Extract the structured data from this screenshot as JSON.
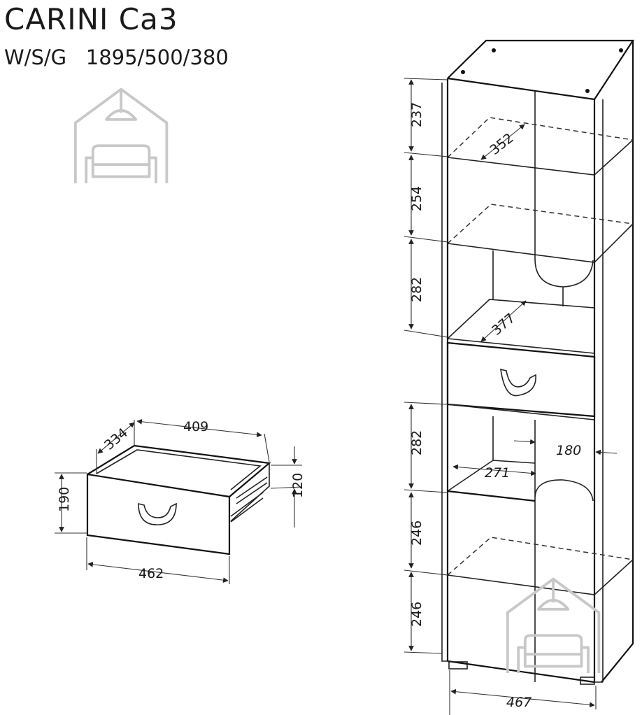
{
  "header": {
    "title": "CARINI Ca3",
    "subtitle": "W/S/G   1895/500/380"
  },
  "cabinet_dims": {
    "h1": "237",
    "h2": "254",
    "h3": "282",
    "h4": "282",
    "h5": "246",
    "h6": "246",
    "shelf_depth_top": "352",
    "shelf_depth_mid": "377",
    "niche_width": "271",
    "niche_depth": "180",
    "overall_width": "467"
  },
  "drawer_dims": {
    "depth": "334",
    "inner_width": "409",
    "inner_height": "120",
    "height": "190",
    "width": "462"
  },
  "logo": {
    "icon": "house-sofa-icon",
    "color": "#c8c8c8"
  }
}
